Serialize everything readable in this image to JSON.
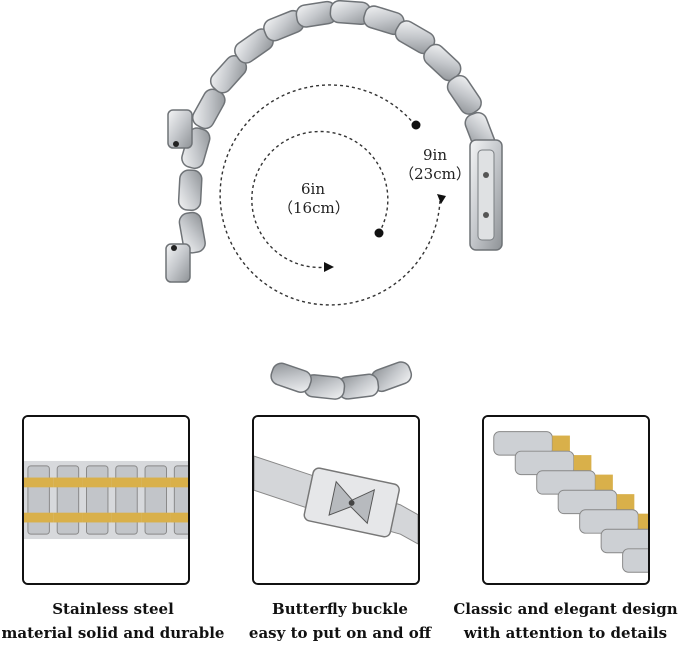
{
  "hero": {
    "inner_size": {
      "inches": "6in",
      "cm": "（16cm）"
    },
    "outer_size": {
      "inches": "9in",
      "cm": "（23cm）"
    }
  },
  "features": [
    {
      "line1": "Stainless steel",
      "line2": "material solid and durable",
      "icon": "steel-links-closeup"
    },
    {
      "line1": "Butterfly buckle",
      "line2": "easy to put on and off",
      "icon": "butterfly-clasp"
    },
    {
      "line1": "Classic and elegant design",
      "line2": "with attention to details",
      "icon": "two-tone-band-curve"
    }
  ],
  "colors": {
    "gold": "#d9b04a",
    "silver": "#c9ccd0",
    "border": "#111111"
  }
}
